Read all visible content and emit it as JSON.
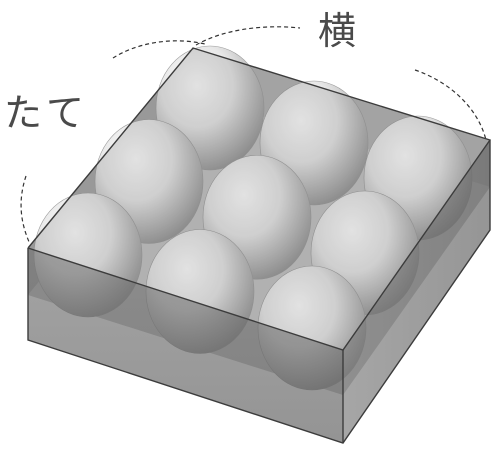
{
  "labels": {
    "vertical": "たて",
    "horizontal": "横"
  },
  "grid": {
    "rows": 3,
    "cols": 3
  },
  "colors": {
    "box_fill": "#5f5f5f",
    "box_edge": "#3c3c3c",
    "sphere_light": "#ffffff",
    "sphere_dark": "#9a9a9a",
    "dashed_line": "#333333",
    "text": "#4a4a4a"
  }
}
